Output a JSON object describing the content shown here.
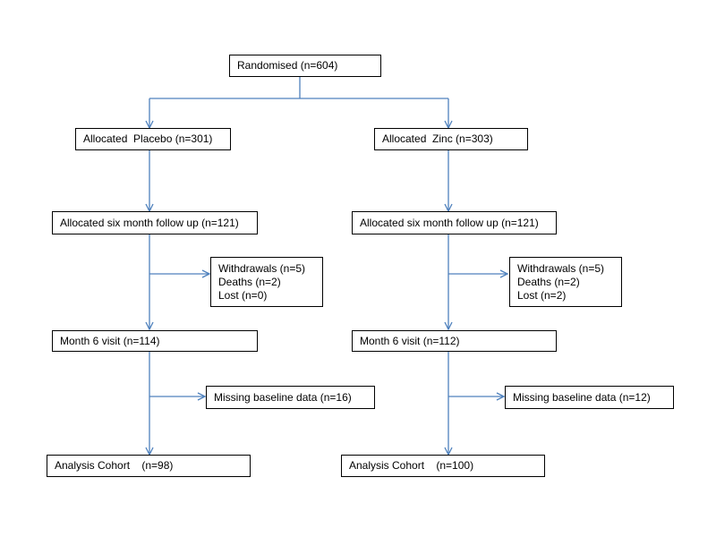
{
  "diagram": {
    "line_color": "#4f81bd",
    "border_color": "#000000",
    "top": {
      "label": "Randomised (n=604)"
    },
    "placebo": {
      "allocated": "Allocated  Placebo (n=301)",
      "followup": "Allocated six month follow up (n=121)",
      "exclusions": [
        "Withdrawals (n=5)",
        "Deaths (n=2)",
        "Lost (n=0)"
      ],
      "visit": "Month 6 visit (n=114)",
      "missing": "Missing baseline data (n=16)",
      "cohort": "Analysis Cohort    (n=98)"
    },
    "zinc": {
      "allocated": "Allocated  Zinc (n=303)",
      "followup": "Allocated six month follow up (n=121)",
      "exclusions": [
        "Withdrawals (n=5)",
        "Deaths (n=2)",
        "Lost (n=2)"
      ],
      "visit": "Month 6 visit (n=112)",
      "missing": "Missing baseline data (n=12)",
      "cohort": "Analysis Cohort    (n=100)"
    }
  }
}
